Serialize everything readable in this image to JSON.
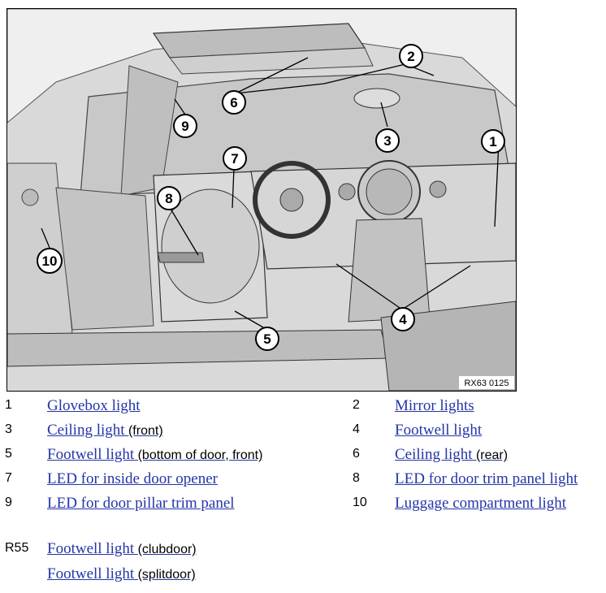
{
  "figure": {
    "code": "RX63 0125",
    "callouts": [
      "1",
      "2",
      "3",
      "4",
      "5",
      "6",
      "7",
      "8",
      "9",
      "10"
    ]
  },
  "legend": [
    {
      "num": "1",
      "link": "Glovebox light",
      "suffix": ""
    },
    {
      "num": "2",
      "link": "Mirror lights",
      "suffix": ""
    },
    {
      "num": "3",
      "link": "Ceiling light",
      "suffix": " (front)"
    },
    {
      "num": "4",
      "link": "Footwell light",
      "suffix": ""
    },
    {
      "num": "5",
      "link": "Footwell light",
      "suffix": " (bottom of door, front)"
    },
    {
      "num": "6",
      "link": "Ceiling light",
      "suffix": " (rear)"
    },
    {
      "num": "7",
      "link": "LED for inside door opener",
      "suffix": ""
    },
    {
      "num": "8",
      "link": "LED for door trim panel light",
      "suffix": ""
    },
    {
      "num": "9",
      "link": "LED for door pillar trim panel",
      "suffix": ""
    },
    {
      "num": "10",
      "link": "Luggage compartment light",
      "suffix": ""
    }
  ],
  "variant": {
    "label": "R55",
    "items": [
      {
        "link": "Footwell light",
        "suffix": " (clubdoor)"
      },
      {
        "link": "Footwell light",
        "suffix": " (splitdoor)"
      }
    ]
  }
}
